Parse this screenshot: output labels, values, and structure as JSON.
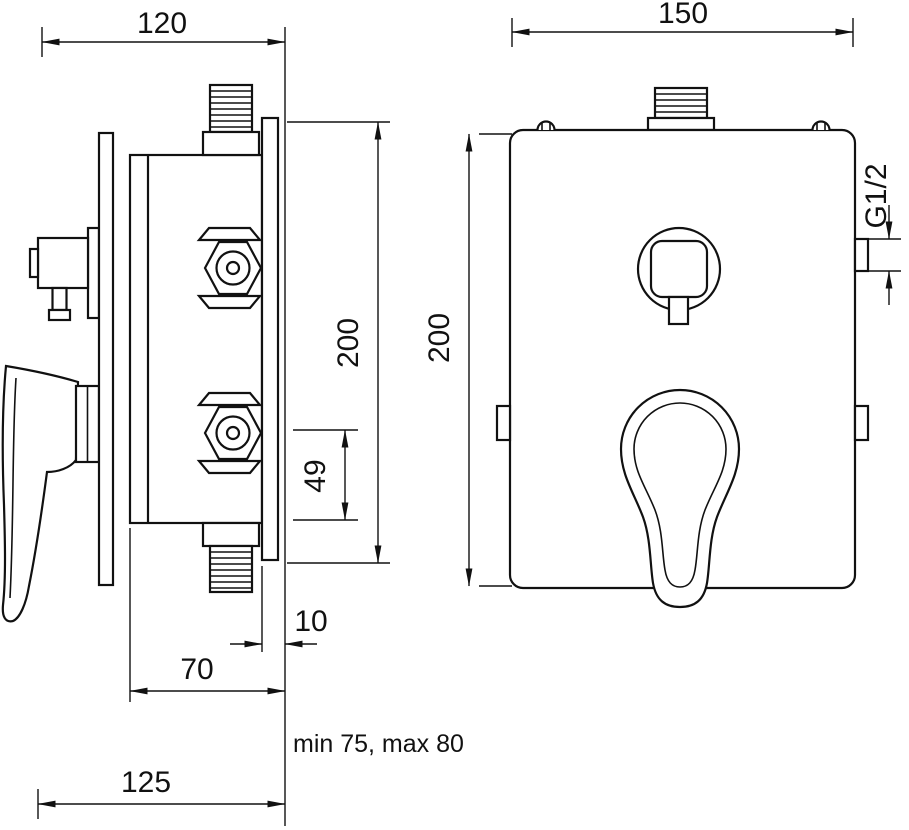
{
  "colors": {
    "line": "#111111",
    "background": "#ffffff"
  },
  "side_view": {
    "dim_top_width": "120",
    "dim_height": "200",
    "dim_outlet": "49",
    "dim_plate_gap": "10",
    "dim_body_depth": "70",
    "dim_total_depth": "125",
    "depth_note": "min 75, max 80"
  },
  "front_view": {
    "dim_width": "150",
    "dim_height": "200",
    "thread_label": "G1/2"
  }
}
